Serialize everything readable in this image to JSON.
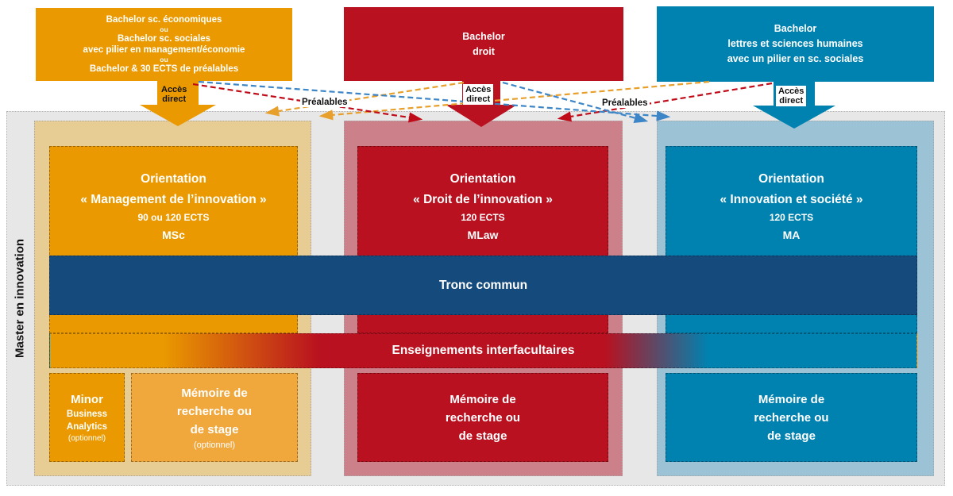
{
  "master_label": "Master en innovation",
  "bachelor_eco": {
    "l1": "Bachelor sc. économiques",
    "ou1": "ou",
    "l2": "Bachelor sc. sociales",
    "l3": "avec pilier en management/économie",
    "ou2": "ou",
    "l4": "Bachelor & 30 ECTS de préalables"
  },
  "bachelor_droit": {
    "l1": "Bachelor",
    "l2": "droit"
  },
  "bachelor_lettres": {
    "l1": "Bachelor",
    "l2": "lettres et sciences humaines",
    "l3": "avec un pilier en sc. sociales"
  },
  "acces": {
    "l1": "Accès",
    "l2": "direct"
  },
  "prealables_left": "Préalables",
  "prealables_right": "Préalables",
  "orientations": {
    "management": {
      "title": "Orientation",
      "name": "« Management de l’innovation »",
      "ects": "90 ou 120 ECTS",
      "degree": "MSc"
    },
    "droit": {
      "title": "Orientation",
      "name": "« Droit de l’innovation »",
      "ects": "120 ECTS",
      "degree": "MLaw"
    },
    "societe": {
      "title": "Orientation",
      "name": "« Innovation et société »",
      "ects": "120 ECTS",
      "degree": "MA"
    }
  },
  "bands": {
    "tronc": "Tronc commun",
    "interfac": "Enseignements interfacultaires"
  },
  "minor": {
    "l1": "Minor",
    "l2": "Business",
    "l3": "Analytics",
    "note": "(optionnel)"
  },
  "memoire_mgmt": {
    "l1": "Mémoire de",
    "l2": "recherche ou",
    "l3": "de stage",
    "note": "(optionnel)"
  },
  "memoire_droit": {
    "l1": "Mémoire de",
    "l2": "recherche ou",
    "l3": "de stage"
  },
  "memoire_soc": {
    "l1": "Mémoire de",
    "l2": "recherche ou",
    "l3": "de stage"
  },
  "colors": {
    "orange": "#EA9A00",
    "orange_light": "#F0A73C",
    "tan_column": "#E7CC93",
    "red": "#B9111F",
    "pink_column": "#CC8089",
    "blue": "#0082B0",
    "light_blue_column": "#9CC2D6",
    "navy_band": "#154A7C",
    "gray_container": "#E7E7E7",
    "dash_orange": "#E8A02C",
    "dash_red": "#C00B19",
    "dash_blue": "#3C85C6"
  }
}
